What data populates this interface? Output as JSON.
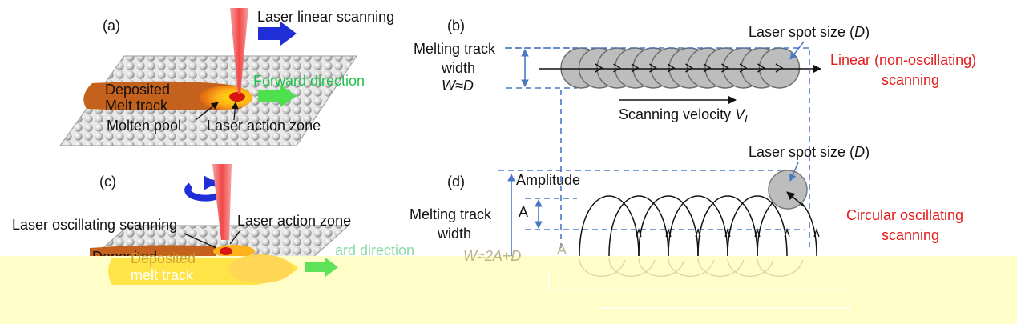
{
  "panel_a": {
    "tag": "(a)",
    "scan_label": "Laser linear scanning",
    "forward_label": "Forward direction",
    "deposited_line1": "Deposited",
    "deposited_line2": "Melt track",
    "molten_pool": "Molten pool",
    "action_zone": "Laser action zone"
  },
  "panel_b": {
    "tag": "(b)",
    "width_line1": "Melting track",
    "width_line2": "width",
    "width_formula": "W≈D",
    "spot_pre": "Laser spot size (",
    "spot_sym": "D",
    "spot_post": ")",
    "mode_line1": "Linear (non-oscillating)",
    "mode_line2": "scanning",
    "velocity_pre": "Scanning velocity ",
    "velocity_sym": "V",
    "velocity_sub": "L"
  },
  "panel_c": {
    "tag": "(c)",
    "osc_label": "Laser oscillating scanning",
    "action_zone": "Laser action zone",
    "deposited_line1": "Deposited",
    "deposited_line2": "melt track",
    "forward_partial": "ard direction"
  },
  "panel_d": {
    "tag": "(d)",
    "amplitude_label": "Amplitude",
    "amp_sym_1": "A",
    "amp_sym_2": "A",
    "width_line1": "Melting track",
    "width_line2": "width",
    "width_formula": "W≈2A+D",
    "spot_pre": "Laser spot size (",
    "spot_sym": "D",
    "spot_post": ")",
    "mode_line1": "Circular oscillating",
    "mode_line2": "scanning"
  },
  "colors": {
    "laser": "#f04848",
    "arrow_blue": "#1f2ed6",
    "arrow_green": "#4ee04e",
    "melt_brown": "#c4611c",
    "dim_blue": "#4a78c4",
    "spot_gray": "#bdbdbd",
    "label_red": "#e31b1b",
    "overlay_yellow": "#fffec8"
  }
}
